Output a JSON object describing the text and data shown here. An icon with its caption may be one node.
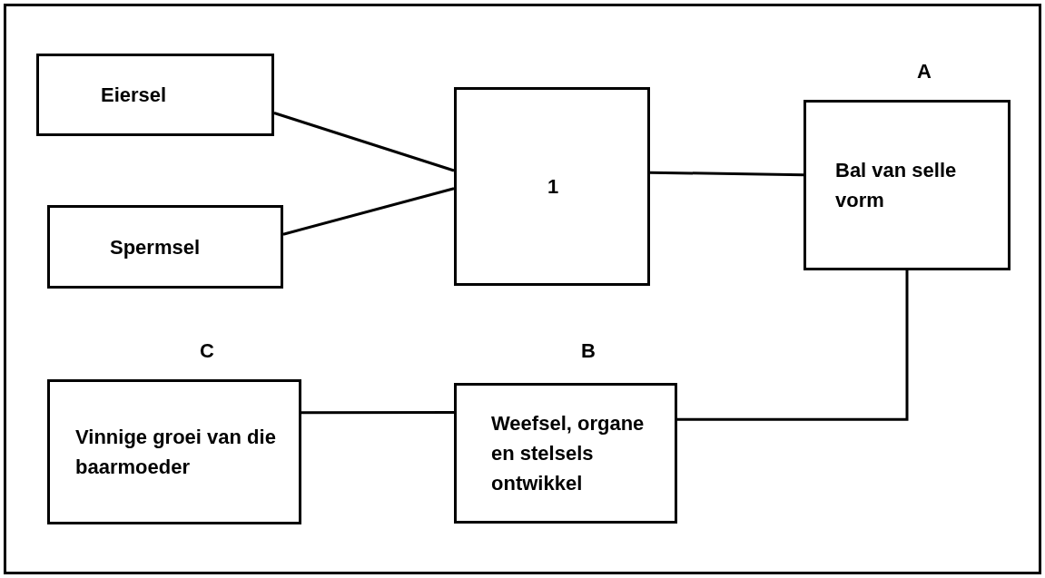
{
  "diagram": {
    "nodes": [
      {
        "text": [
          "Eiersel"
        ]
      },
      {
        "text": [
          "Spermsel"
        ]
      },
      {
        "text": [
          "1"
        ]
      },
      {
        "text": [
          "Bal van selle vorm"
        ],
        "beside": [
          "A"
        ]
      },
      {
        "text": [
          "Weefsel, organe en stelsels ontwikkel"
        ],
        "beside": [
          "B"
        ]
      },
      {
        "text": [
          "Vinnige groei van die baarmoeder"
        ],
        "beside": [
          "C"
        ]
      }
    ],
    "edges": [
      {
        "from": 0,
        "to": 2,
        "arrow": "none"
      },
      {
        "from": 1,
        "to": 2,
        "arrow": "none"
      },
      {
        "from": 2,
        "to": 3,
        "arrow": "none"
      },
      {
        "from": 3,
        "to": 4,
        "arrow": "none"
      },
      {
        "from": 4,
        "to": 5,
        "arrow": "none"
      }
    ]
  }
}
